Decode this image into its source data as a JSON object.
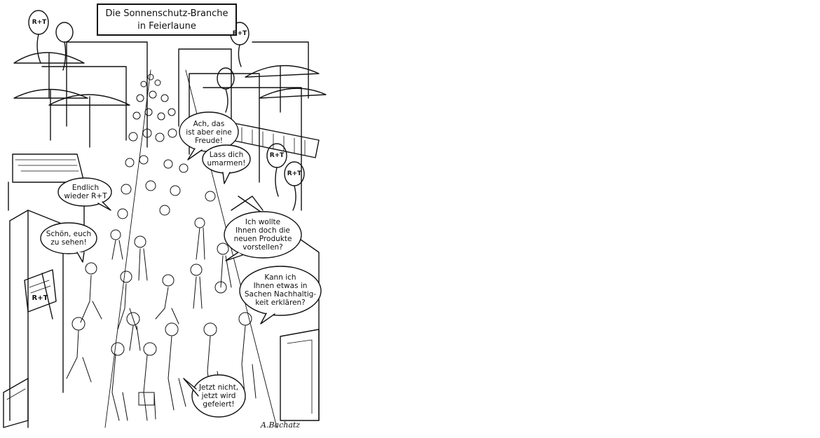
{
  "sign": {
    "line1": "Die Sonnenschutz-Branche",
    "line2": "in Feierlaune"
  },
  "balloon_label": "R+T",
  "flag_label": "R+T",
  "bubbles": {
    "ach_das": [
      "Ach, das",
      "ist aber eine",
      "Freude!"
    ],
    "lass_dich": [
      "Lass dich",
      "umarmen!"
    ],
    "endlich": [
      "Endlich",
      "wieder R+T"
    ],
    "schoen": [
      "Schön, euch",
      "zu sehen!"
    ],
    "ich_wollte": [
      "Ich wollte",
      "Ihnen doch die",
      "neuen Produkte",
      "vorstellen?"
    ],
    "kann_ich": [
      "Kann ich",
      "Ihnen etwas in",
      "Sachen Nachhaltig-",
      "keit erklären?"
    ],
    "jetzt_nicht": [
      "Jetzt nicht,",
      "jetzt wird",
      "gefeiert!"
    ]
  },
  "signature": "A.Bachatz"
}
